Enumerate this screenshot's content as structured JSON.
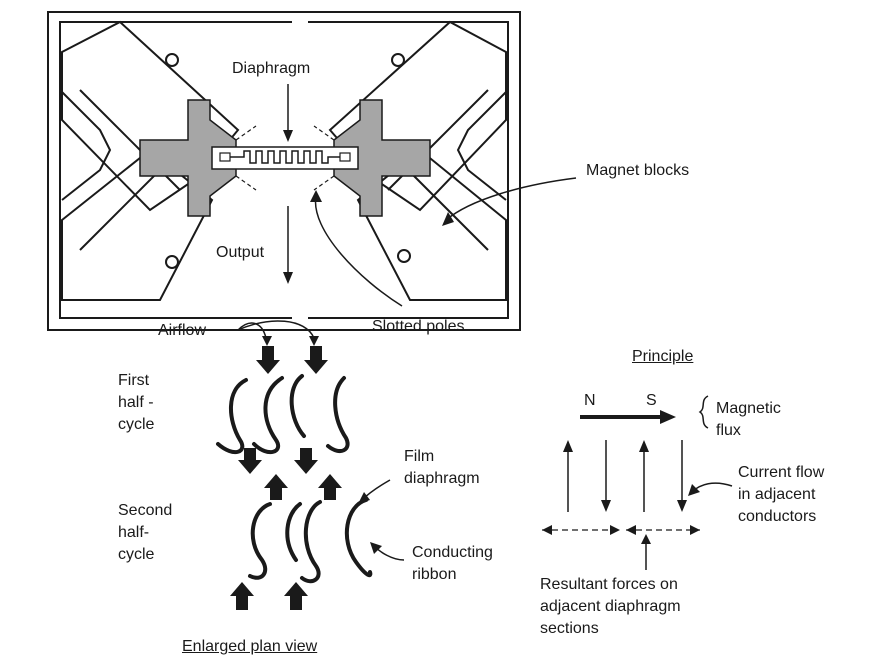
{
  "labels": {
    "diaphragm": "Diaphragm",
    "magnet_blocks": "Magnet blocks",
    "output": "Output",
    "slotted_poles": "Slotted poles",
    "airflow": "Airflow",
    "first_half_cycle": [
      "First",
      "half -",
      "cycle"
    ],
    "second_half_cycle": [
      "Second",
      "half-",
      "cycle"
    ],
    "film_diaphragm": [
      "Film",
      "diaphragm"
    ],
    "conducting_ribbon": [
      "Conducting",
      "ribbon"
    ],
    "enlarged_plan_view": "Enlarged plan view",
    "principle": "Principle",
    "north": "N",
    "south": "S",
    "magnetic_flux": [
      "Magnetic",
      "flux"
    ],
    "current_flow": [
      "Current flow",
      "in adjacent",
      "conductors"
    ],
    "resultant_forces": [
      "Resultant forces on",
      "adjacent diaphragm",
      "sections"
    ]
  },
  "colors": {
    "line": "#1a1a1a",
    "pole_fill": "#a6a6a6",
    "background": "#ffffff"
  }
}
